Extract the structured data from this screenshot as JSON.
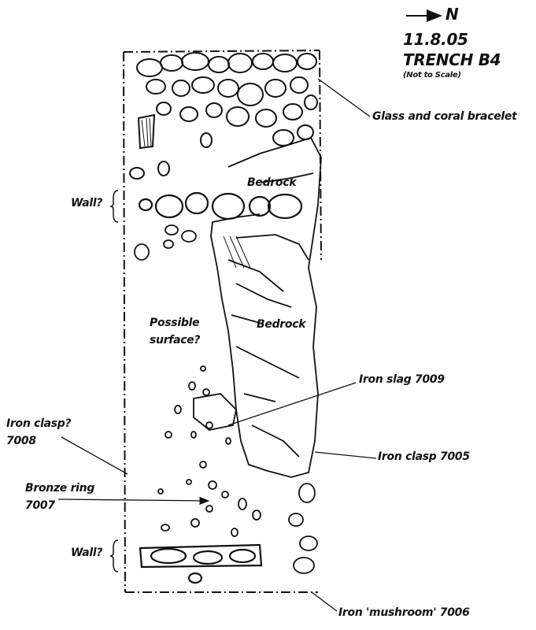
{
  "header": {
    "north_label": "N",
    "date": "11.8.05",
    "trench": "TRENCH B4",
    "scale_note": "(Not to Scale)"
  },
  "labels": {
    "glass_bracelet": "Glass and coral bracelet",
    "bedrock_1": "Bedrock",
    "bedrock_2": "Bedrock",
    "wall_1": "Wall?",
    "wall_2": "Wall?",
    "possible_surface_1": "Possible",
    "possible_surface_2": "surface?",
    "iron_slag": "Iron slag 7009",
    "iron_clasp_q_1": "Iron clasp?",
    "iron_clasp_q_2": "7008",
    "iron_clasp": "Iron clasp 7005",
    "bronze_ring_1": "Bronze ring",
    "bronze_ring_2": "7007",
    "iron_mushroom": "Iron 'mushroom' 7006"
  }
}
